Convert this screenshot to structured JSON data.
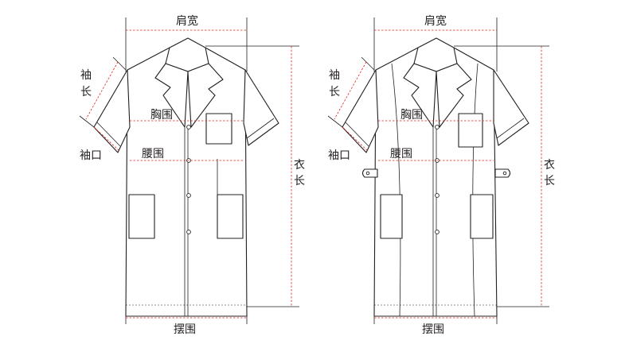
{
  "colors": {
    "line": "#231f20",
    "measure": "#e2231a",
    "background": "#ffffff"
  },
  "diagrams": [
    {
      "variant": "straight",
      "labels": {
        "shoulder_width": "肩宽",
        "sleeve_length_top": "袖",
        "sleeve_length_bottom": "长",
        "cuff": "袖口",
        "chest": "胸围",
        "waist": "腰围",
        "length_top": "衣",
        "length_bottom": "长",
        "hem": "摆围"
      }
    },
    {
      "variant": "belted",
      "labels": {
        "shoulder_width": "肩宽",
        "sleeve_length_top": "袖",
        "sleeve_length_bottom": "长",
        "cuff": "袖口",
        "chest": "胸围",
        "waist": "腰围",
        "length_top": "衣",
        "length_bottom": "长",
        "hem": "摆围"
      }
    }
  ]
}
